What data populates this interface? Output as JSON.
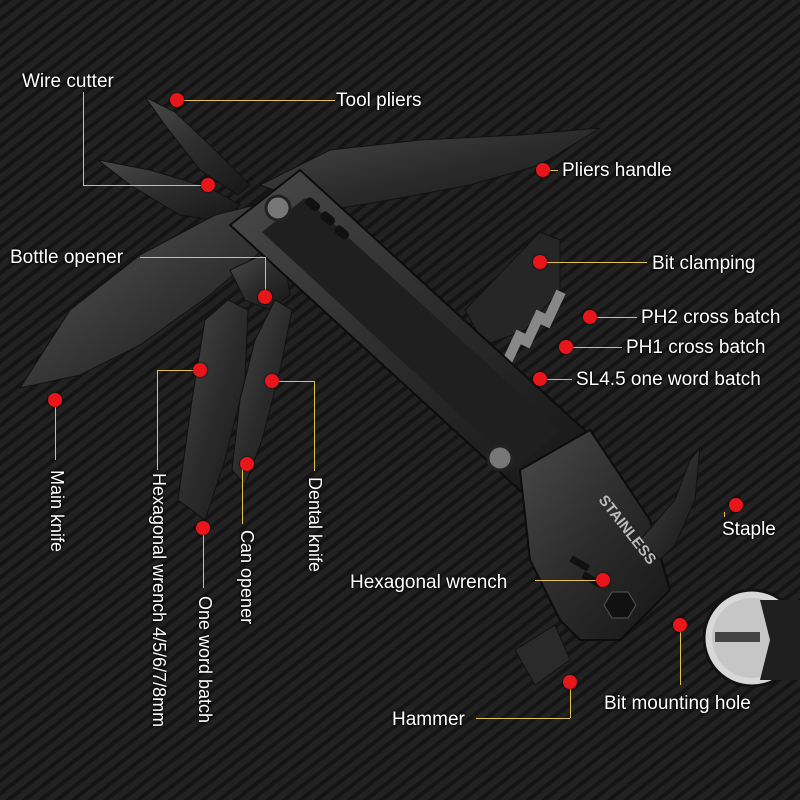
{
  "labels": {
    "wire_cutter": "Wire cutter",
    "tool_pliers": "Tool pliers",
    "pliers_handle": "Pliers handle",
    "bottle_opener": "Bottle opener",
    "bit_clamping": "Bit clamping",
    "ph2": "PH2 cross batch",
    "ph1": "PH1 cross batch",
    "sl45": "SL4.5 one word batch",
    "main_knife": "Main knife",
    "hex_wrench_sizes": "Hexagonal wrench 4/5/6/7/8mm",
    "one_word_batch": "One word batch",
    "can_opener": "Can opener",
    "dental_knife": "Dental knife",
    "staple": "Staple",
    "hex_wrench": "Hexagonal wrench",
    "bit_mounting_hole": "Bit mounting hole",
    "hammer": "Hammer"
  },
  "engraving": "STAINLESS",
  "colors": {
    "marker": "#e8161b",
    "leader": "#e0c050",
    "background": "#1b1b1b",
    "tool": "#2a2a2a"
  }
}
